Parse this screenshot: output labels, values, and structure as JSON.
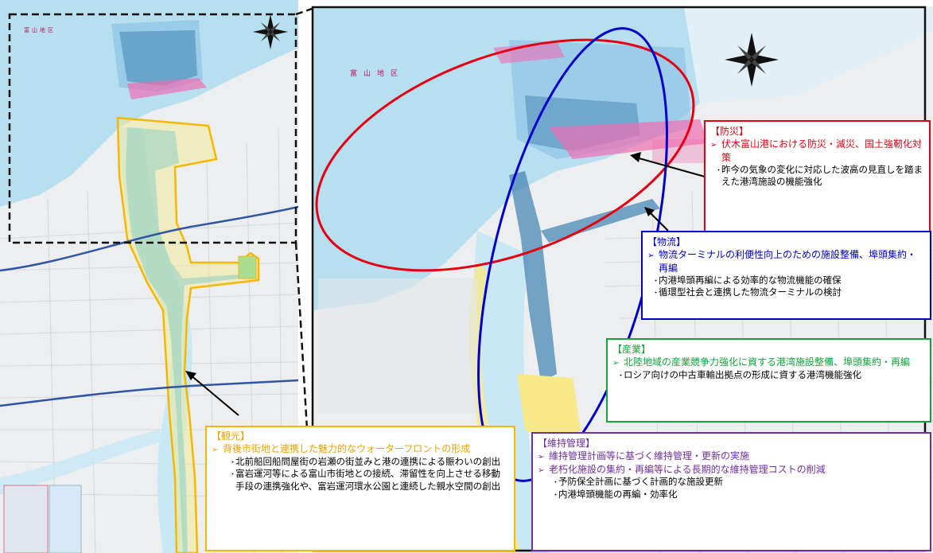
{
  "map": {
    "district_label": "富山地区",
    "colors": {
      "sea": "#b7dff0",
      "land": "#eceeef",
      "river": "#c8e8f5",
      "harbor": "#4a88b5",
      "pink_zone": "#f06db0",
      "route_blue": "#2f55a4",
      "yellow_zone": "#f7e88a",
      "teal_zone": "#8fd0c4"
    }
  },
  "callouts": {
    "bousai": {
      "title": "【防災】",
      "headlines": [
        "伏木富山港における防災・減災、国土強靭化対策"
      ],
      "bullets": [
        "昨今の気象の変化に対応した波高の見直しを踏まえた港湾施設の機能強化"
      ]
    },
    "butsuryu": {
      "title": "【物流】",
      "headlines": [
        "物流ターミナルの利便性向上のための施設整備、埠頭集約・再編"
      ],
      "bullets": [
        "内港埠頭再編による効率的な物流機能の確保",
        "循環型社会と連携した物流ターミナルの検討"
      ]
    },
    "sangyo": {
      "title": "【産業】",
      "headlines": [
        "北陸地域の産業競争力強化に資する港湾施設整備、埠頭集約・再編"
      ],
      "bullets": [
        "ロシア向けの中古車輸出拠点の形成に資する港湾機能強化"
      ]
    },
    "kanko": {
      "title": "【観光】",
      "headlines": [
        "背後市街地と連携した魅力的なウォーターフロントの形成"
      ],
      "bullets": [
        "北前船回船問屋街の岩瀬の街並みと港の連携による賑わいの創出",
        "富岩運河等による富山市街地との接続、滞留性を向上させる移動手段の連携強化や、富岩運河環水公園と連続した親水空間の創出"
      ]
    },
    "iji": {
      "title": "【維持管理】",
      "headlines": [
        "維持管理計画等に基づく維持管理・更新の実施",
        "老朽化施設の集約・再編等による長期的な維持管理コストの削減"
      ],
      "bullets": [
        "予防保全計画に基づく計画的な施設更新",
        "内港埠頭機能の再編・効率化"
      ]
    }
  }
}
